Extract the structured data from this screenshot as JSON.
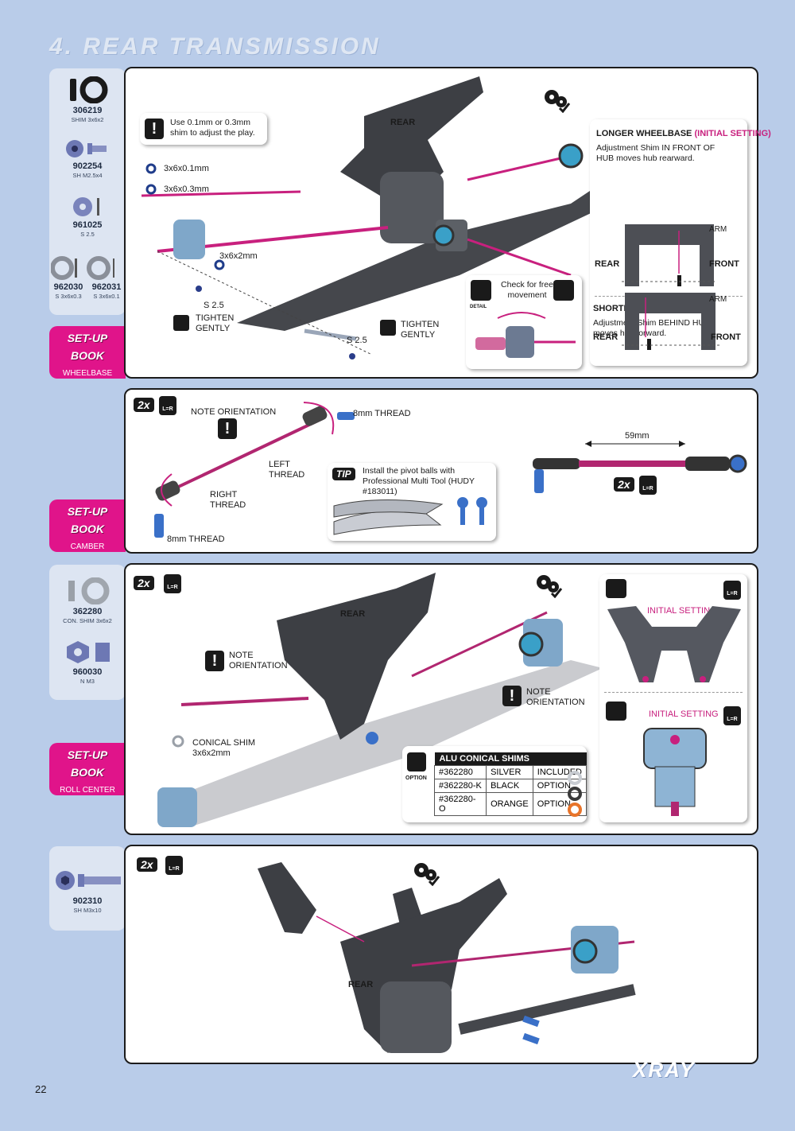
{
  "page": {
    "title": "4. REAR TRANSMISSION",
    "page_number": "22",
    "brand": "XRAY"
  },
  "colors": {
    "background": "#b9cce9",
    "accent": "#e0148a",
    "panel": "#dde5f2"
  },
  "parts_group_1": [
    {
      "num": "306219",
      "desc": "SHIM 3x6x2"
    },
    {
      "num": "902254",
      "desc": "SH M2.5x4"
    },
    {
      "num": "961025",
      "desc": "S 2.5"
    },
    {
      "num": "962030",
      "desc": "S 3x6x0.3"
    },
    {
      "num": "962031",
      "desc": "S 3x6x0.1"
    }
  ],
  "parts_group_2": [
    {
      "num": "362280",
      "desc": "CON. SHIM 3x6x2"
    },
    {
      "num": "960030",
      "desc": "N M3"
    }
  ],
  "parts_group_3": [
    {
      "num": "902310",
      "desc": "SH M3x10"
    }
  ],
  "setup_book": {
    "line1": "SET-UP",
    "line2": "BOOK",
    "wheelbase": "WHEELBASE",
    "camber": "CAMBER",
    "roll_center": "ROLL CENTER"
  },
  "step1": {
    "shim_note": "Use 0.1mm or 0.3mm shim to adjust the play.",
    "shim_a": "3x6x0.1mm",
    "shim_b": "3x6x0.3mm",
    "shim_c": "3x6x2mm",
    "s25a": "S 2.5",
    "s25b": "S 2.5",
    "tighten": "TIGHTEN GENTLY",
    "tighten2": "TIGHTEN GENTLY",
    "rear": "REAR",
    "detail": "DETAIL",
    "free_movement": "Check for free movement",
    "longer_title": "LONGER WHEELBASE",
    "longer_sub": "(INITIAL SETTING)",
    "longer_text": "Adjustment Shim IN FRONT OF HUB moves hub rearward.",
    "shorter_title": "SHORTER WHEELBASE",
    "shorter_text": "Adjustment Shim BEHIND HUB moves hub forward.",
    "arm": "ARM",
    "front": "FRONT"
  },
  "step2": {
    "count": "2x",
    "lr": "L=R",
    "note_orientation": "NOTE ORIENTATION",
    "thread_8mm": "8mm THREAD",
    "thread_8mm_b": "8mm THREAD",
    "left_thread": "LEFT THREAD",
    "right_thread": "RIGHT THREAD",
    "tip": "TIP",
    "tip_text": "Install the pivot balls with Professional Multi Tool (HUDY #183011)",
    "dimension": "59mm"
  },
  "step3": {
    "count": "2x",
    "lr": "L=R",
    "rear": "REAR",
    "note_orientation": "NOTE ORIENTATION",
    "note_orientation_2": "NOTE ORIENTATION",
    "conical_shim": "CONICAL SHIM 3x6x2mm",
    "initial_setting": "INITIAL SETTING",
    "initial_setting_2": "INITIAL SETTING",
    "option": "OPTION",
    "table_title": "ALU CONICAL SHIMS",
    "table_rows": [
      [
        "#362280",
        "SILVER",
        "INCLUDED"
      ],
      [
        "#362280-K",
        "BLACK",
        "OPTION"
      ],
      [
        "#362280-O",
        "ORANGE",
        "OPTION"
      ]
    ],
    "shim_colors": [
      "#c8ccd2",
      "#3a3a3a",
      "#e8742a"
    ]
  },
  "step4": {
    "count": "2x",
    "lr": "L=R",
    "rear": "REAR"
  }
}
